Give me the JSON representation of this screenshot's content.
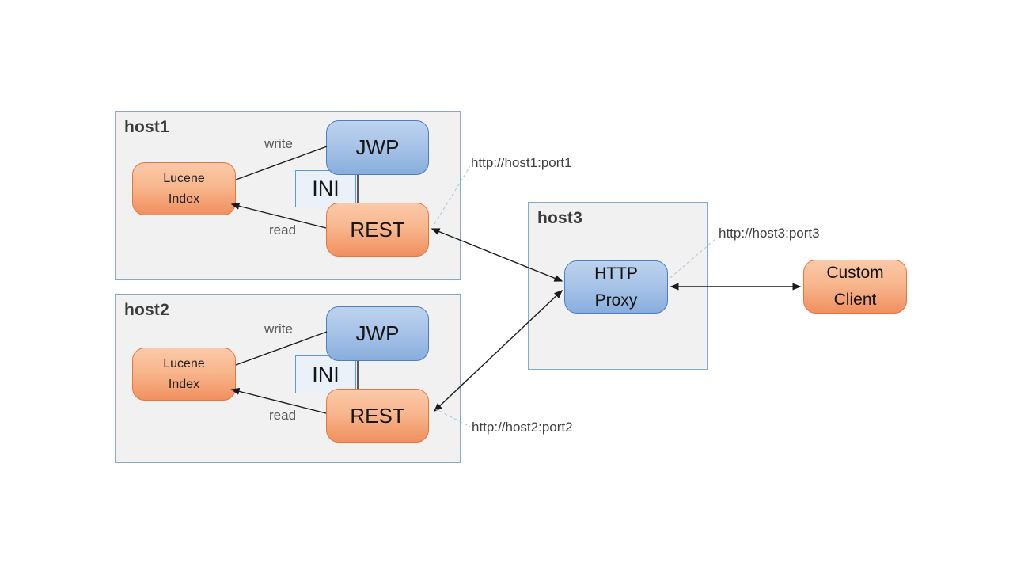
{
  "host1": {
    "label": "host1",
    "lucene_index": "Lucene\nIndex",
    "jwp": "JWP",
    "ini": "INI",
    "rest": "REST",
    "write_label": "write",
    "read_label": "read",
    "url": "http://host1:port1"
  },
  "host2": {
    "label": "host2",
    "lucene_index": "Lucene\nIndex",
    "jwp": "JWP",
    "ini": "INI",
    "rest": "REST",
    "write_label": "write",
    "read_label": "read",
    "url": "http://host2:port2"
  },
  "host3": {
    "label": "host3",
    "http_proxy": "HTTP\nProxy",
    "url": "http://host3:port3"
  },
  "custom_client": "Custom\nClient",
  "colors": {
    "orange_gradient_top": "#fbc9a9",
    "orange_gradient_bottom": "#f0905f",
    "orange_border": "#e8763c",
    "blue_gradient_top": "#bdd3ee",
    "blue_gradient_bottom": "#88aedd",
    "blue_border": "#4a7fc1",
    "ini_fill": "#eaf1f9",
    "ini_border": "#5b9bd5",
    "host_fill": "#f1f1f1",
    "host_border": "#86a9c9",
    "leader_line": "#aac7e4",
    "connector": "#1a1a1a",
    "label_gray": "#595959"
  },
  "connections": [
    {
      "from": "Lucene Index (host1)",
      "to": "JWP (host1)",
      "label": "write",
      "style": "line"
    },
    {
      "from": "REST (host1)",
      "to": "Lucene Index (host1)",
      "label": "read",
      "style": "arrow"
    },
    {
      "from": "JWP (host1)",
      "to": "REST (host1)",
      "label": "",
      "style": "line"
    },
    {
      "from": "Lucene Index (host2)",
      "to": "JWP (host2)",
      "label": "write",
      "style": "line"
    },
    {
      "from": "REST (host2)",
      "to": "Lucene Index (host2)",
      "label": "read",
      "style": "arrow"
    },
    {
      "from": "JWP (host2)",
      "to": "REST (host2)",
      "label": "",
      "style": "line"
    },
    {
      "from": "REST (host1)",
      "to": "HTTP Proxy (host3)",
      "label": "",
      "style": "double-arrow"
    },
    {
      "from": "REST (host2)",
      "to": "HTTP Proxy (host3)",
      "label": "",
      "style": "double-arrow"
    },
    {
      "from": "HTTP Proxy (host3)",
      "to": "Custom Client",
      "label": "",
      "style": "double-arrow"
    },
    {
      "from": "REST (host1)",
      "to": "http://host1:port1",
      "label": "",
      "style": "dashed-leader"
    },
    {
      "from": "REST (host2)",
      "to": "http://host2:port2",
      "label": "",
      "style": "dashed-leader"
    },
    {
      "from": "HTTP Proxy (host3)",
      "to": "http://host3:port3",
      "label": "",
      "style": "dashed-leader"
    }
  ]
}
